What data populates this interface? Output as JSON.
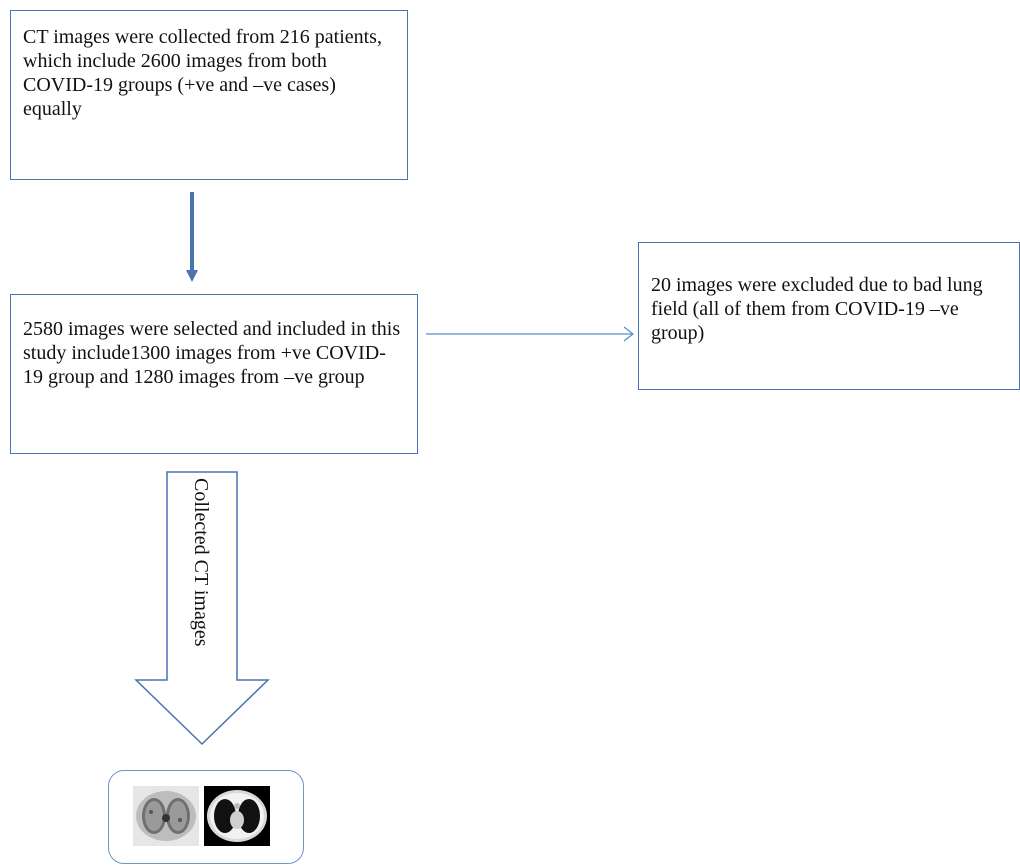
{
  "flowchart": {
    "collected_box": {
      "text": "CT images were collected from 216 patients, which include 2600 images from both COVID-19 groups (+ve and –ve cases) equally"
    },
    "selected_box": {
      "text": "2580 images were selected and included in this study include1300 images from +ve COVID-19 group and 1280 images from –ve group"
    },
    "excluded_box": {
      "text": "20 images were excluded due to bad lung field (all of them from COVID-19 –ve group)"
    },
    "block_arrow_label": "Collected CT images"
  },
  "colors": {
    "box_border": "#4a72b0",
    "arrow_blue": "#4a72b0",
    "connector_line": "#5b8ad0",
    "panel_border": "#6e95c8"
  }
}
